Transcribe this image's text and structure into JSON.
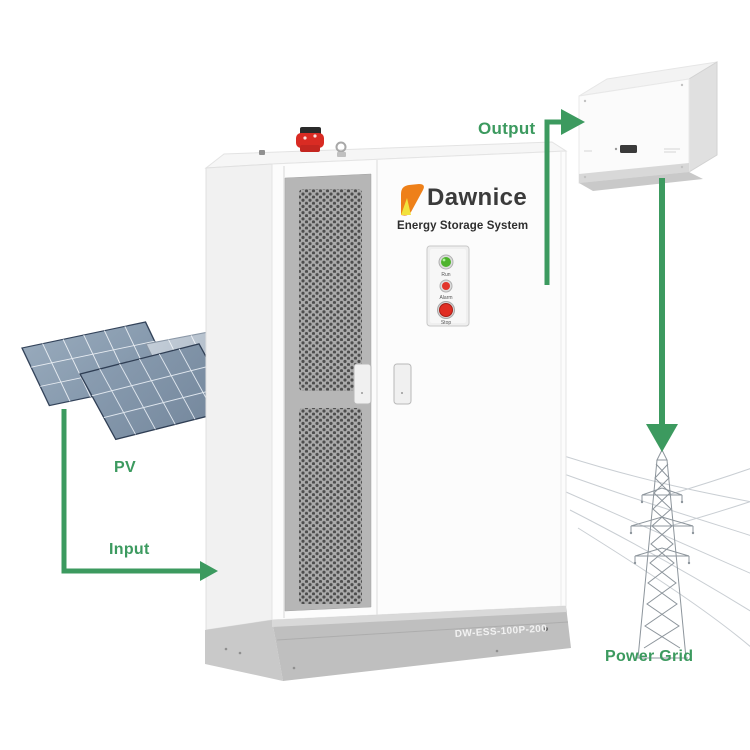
{
  "diagram": {
    "pv_label": "PV",
    "input_label": "Input",
    "output_label": "Output",
    "power_grid_label": "Power Grid"
  },
  "cabinet": {
    "brand": "Dawnice",
    "subtitle": "Energy Storage System",
    "model": "DW-ESS-100P-200",
    "indicators": [
      {
        "label": "Run",
        "color": "#4DB32C"
      },
      {
        "label": "Alarm",
        "color": "#E2352B"
      },
      {
        "label": "Stop",
        "color": "#E02D23"
      }
    ]
  },
  "colors": {
    "accent_green": "#3C9A5F",
    "logo_orange": "#EE8019",
    "logo_yellow": "#F2E23C",
    "brand_text": "#3B3B3B",
    "panel_steel_blue": "#8296AB"
  }
}
